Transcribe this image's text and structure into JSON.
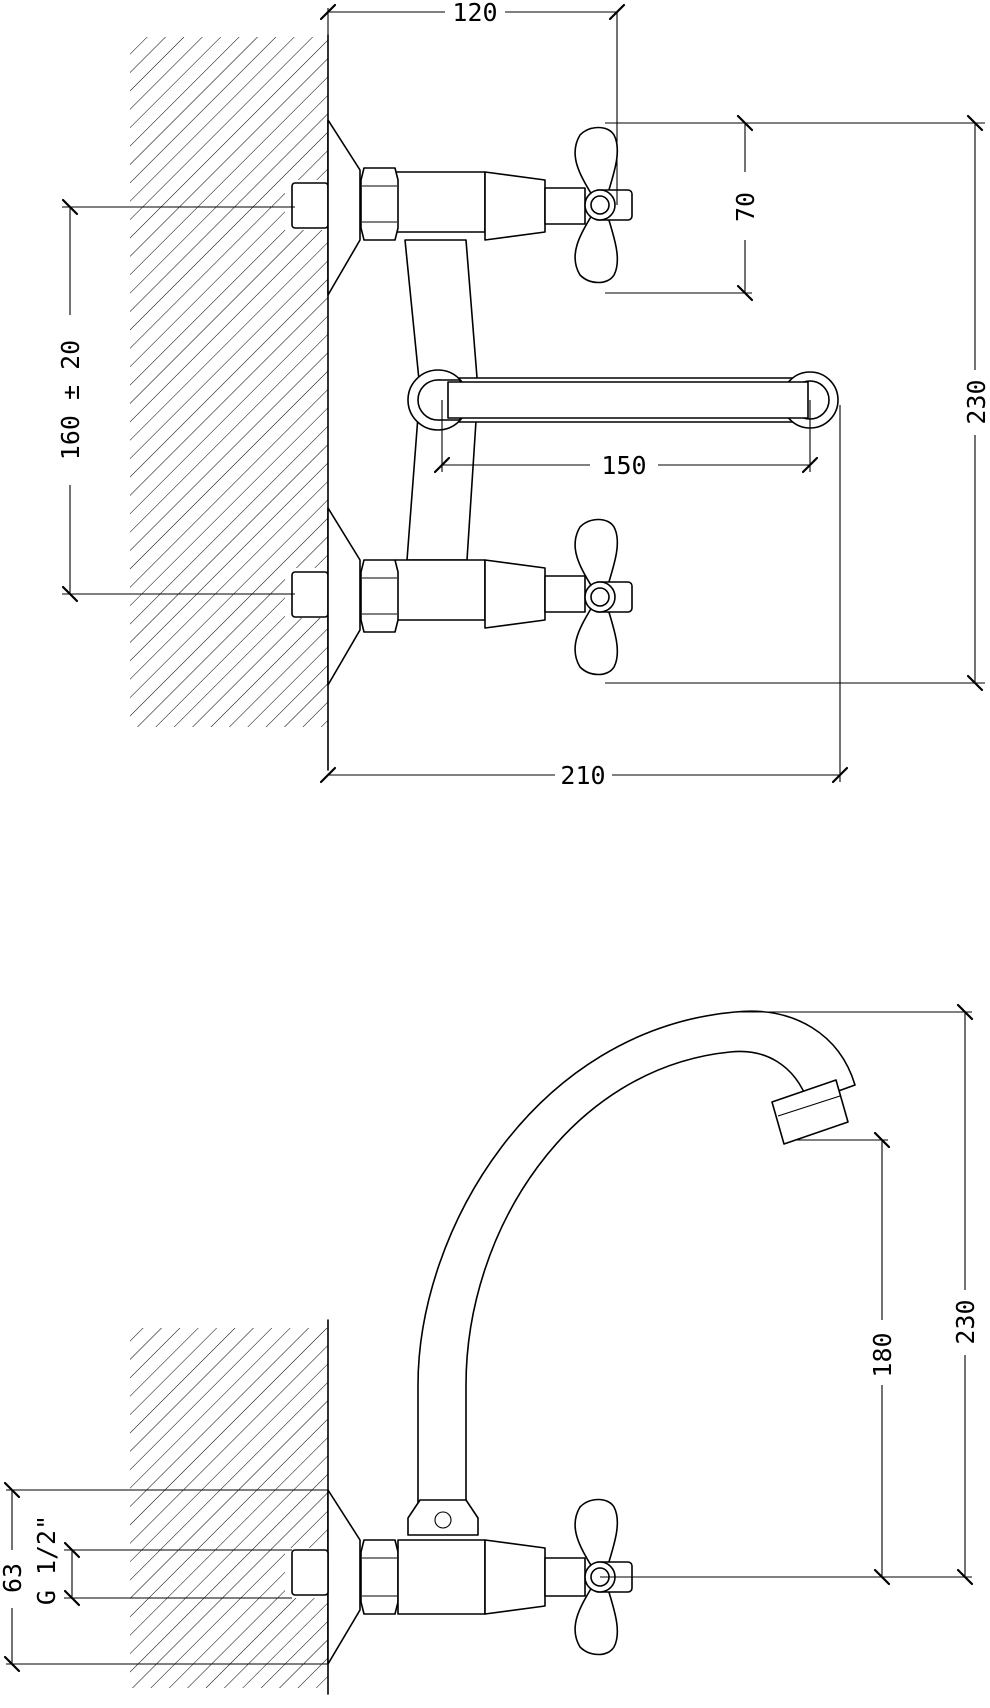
{
  "top_view": {
    "dims": {
      "width_top": "120",
      "handle_height": "70",
      "inlet_spacing": "160 ± 20",
      "spout_length": "150",
      "overall_height": "230",
      "overall_depth": "210"
    }
  },
  "side_view": {
    "dims": {
      "spout_height": "180",
      "overall_height": "230",
      "body_height": "63",
      "thread": "G 1/2\""
    }
  }
}
